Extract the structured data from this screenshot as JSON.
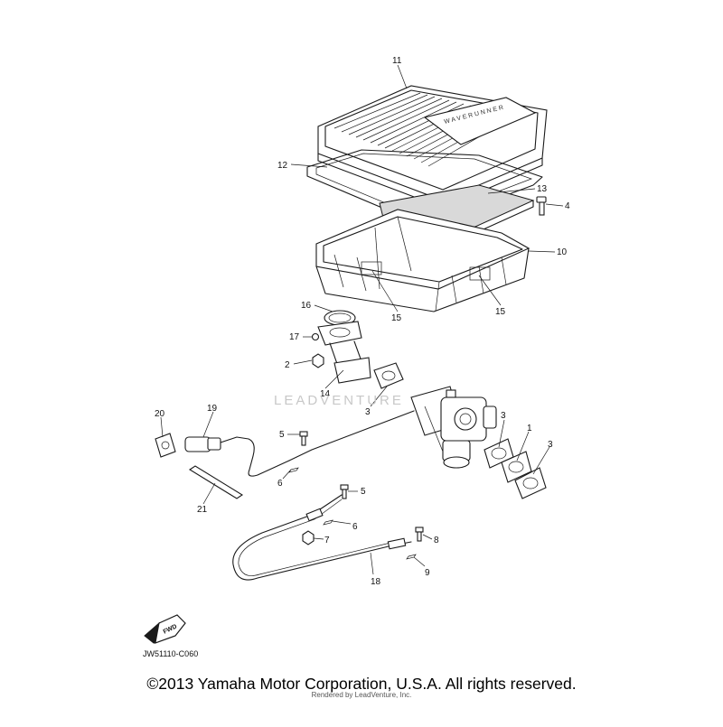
{
  "diagram": {
    "callouts": [
      "11",
      "12",
      "13",
      "4",
      "10",
      "16",
      "15",
      "15",
      "17",
      "2",
      "14",
      "3",
      "20",
      "19",
      "5",
      "6",
      "3",
      "1",
      "3",
      "21",
      "5",
      "6",
      "7",
      "8",
      "18",
      "9"
    ],
    "watermark": "LEADVENTURE",
    "fwd_label": "FWD",
    "diagram_code": "JW51110-C060"
  },
  "footer": {
    "copyright": "©2013 Yamaha Motor Corporation, U.S.A. All rights reserved.",
    "rendered_by": "Rendered by LeadVenture, Inc."
  }
}
